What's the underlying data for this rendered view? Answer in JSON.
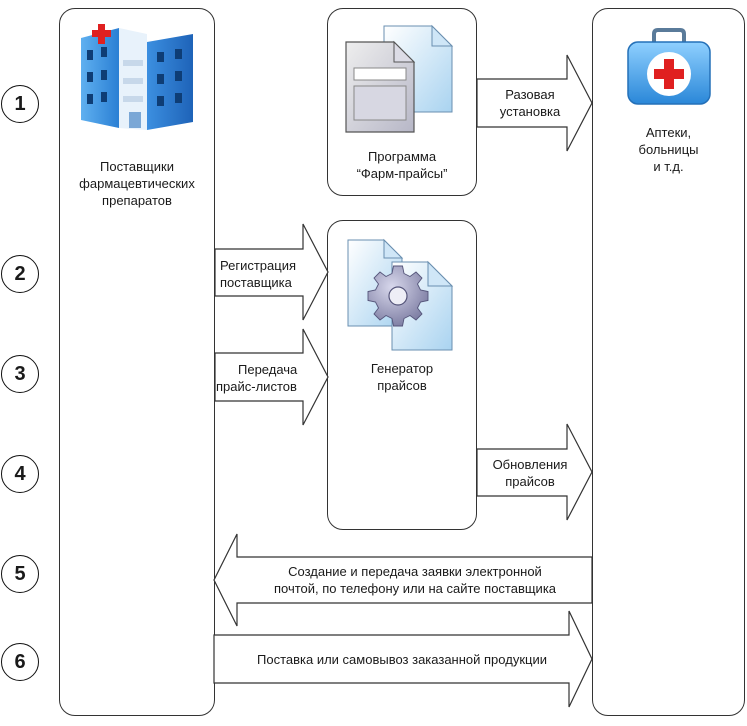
{
  "steps": [
    "1",
    "2",
    "3",
    "4",
    "5",
    "6"
  ],
  "suppliers": {
    "label_line1": "Поставщики",
    "label_line2": "фармацевтических",
    "label_line3": "препаратов",
    "icon": "hospital-building-icon"
  },
  "pharmacies": {
    "label_line1": "Аптеки,",
    "label_line2": "больницы",
    "label_line3": "и т.д.",
    "icon": "first-aid-kit-icon"
  },
  "program": {
    "label_line1": "Программа",
    "label_line2": "“Фарм-прайсы”",
    "icon": "documents-icon"
  },
  "generator": {
    "label_line1": "Генератор",
    "label_line2": "прайсов",
    "icon": "document-gear-icon"
  },
  "arrows": {
    "one_time_install": {
      "line1": "Разовая",
      "line2": "установка"
    },
    "supplier_registration": {
      "line1": "Регистрация",
      "line2": "поставщика"
    },
    "price_list_transfer": {
      "line1": "Передача",
      "line2": "прайс-листов"
    },
    "price_updates": {
      "line1": "Обновления",
      "line2": "прайсов"
    },
    "order_request": {
      "line1": "Создание и передача заявки электронной",
      "line2": "почтой, по телефону или на сайте поставщика"
    },
    "delivery": {
      "line1": "Поставка или самовывоз заказанной продукции"
    }
  },
  "colors": {
    "accent_blue": "#2a87d8",
    "red_cross": "#e02020",
    "gear": "#9a9ab8"
  }
}
